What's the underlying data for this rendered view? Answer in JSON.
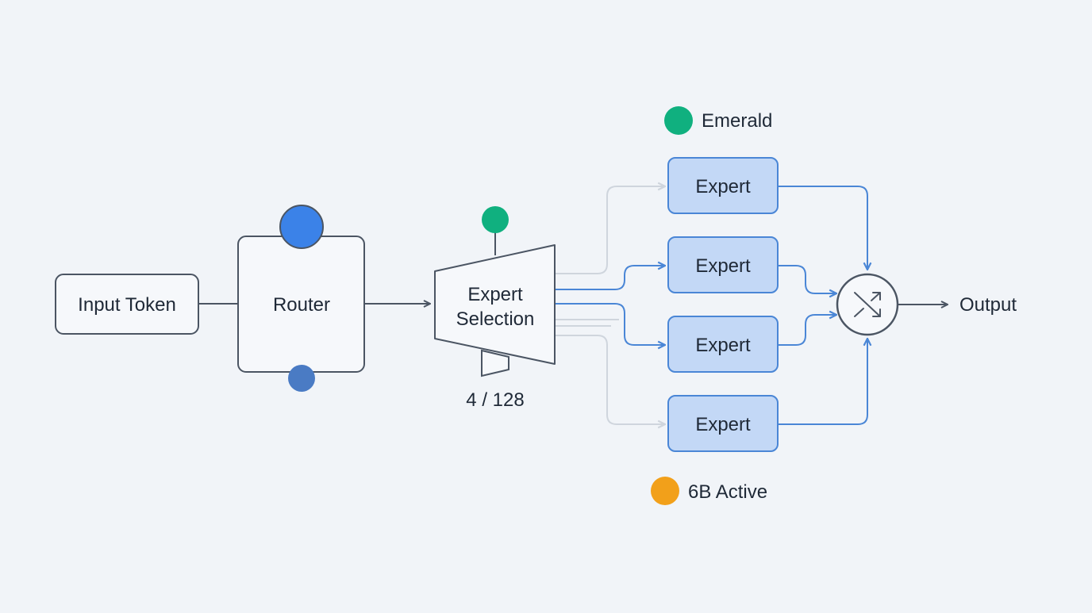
{
  "colors": {
    "background": "#f1f4f8",
    "node_stroke": "#4b5563",
    "node_fill": "#f6f8fb",
    "active_path": "#4a86d6",
    "inactive_path": "#cfd5dd",
    "expert_fill": "#c3d8f6",
    "expert_stroke": "#4a86d6",
    "router_top_dot": "#3b82e8",
    "router_bottom_dot": "#4a7bc4",
    "emerald": "#10b07f",
    "amber": "#f2a01a",
    "text": "#1f2937"
  },
  "nodes": {
    "input": "Input Token",
    "router": "Router",
    "selection_line1": "Expert",
    "selection_line2": "Selection",
    "selection_ratio": "4 / 128",
    "experts": [
      "Expert",
      "Expert",
      "Expert",
      "Expert"
    ],
    "output": "Output"
  },
  "combiner_icon": "shuffle-icon",
  "legend": {
    "emerald_label": "Emerald",
    "active_label": "6B Active"
  }
}
